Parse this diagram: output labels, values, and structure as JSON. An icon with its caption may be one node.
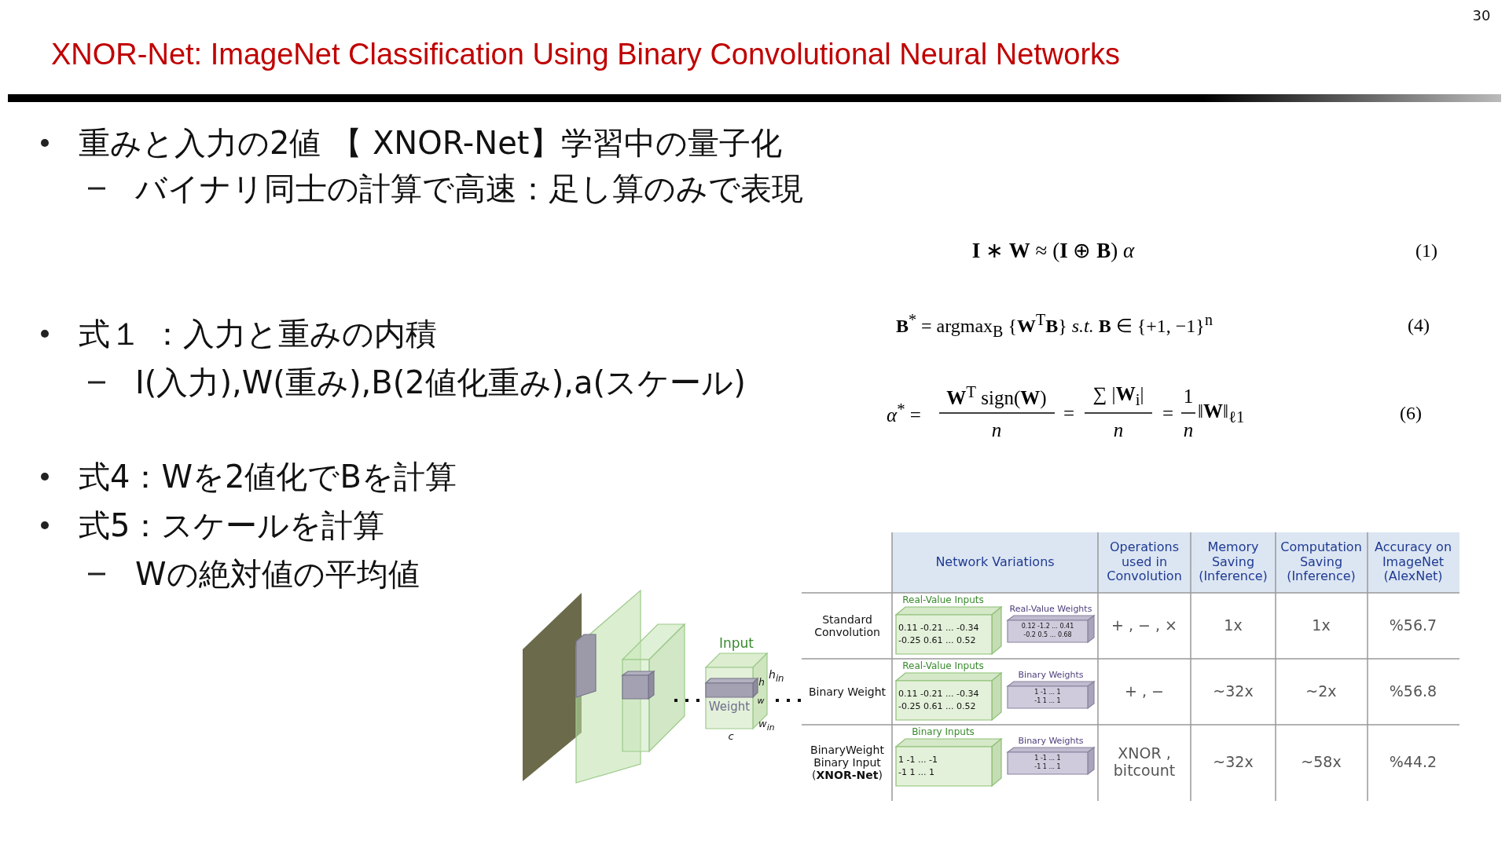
{
  "diagram": {
    "title": "XNOR-Net: ImageNet Classification Using Binary Convolutional Neural Networks",
    "labels": [
      "30",
      "重みと入力の2値 【 XNOR-Net】学習中の量子化",
      "バイナリ同士の計算で高速：足し算のみで表現",
      "式１ ：入力と重みの内積",
      "I(入力),W(重み),B(2値化重み),a(スケール)",
      "式4：Wを2値化でBを計算",
      "式5：スケールを計算",
      "Wの絶対値の平均値",
      "**I** ∗ **W** ≈ (**I** ⊕ **B**) *α*",
      "(1)",
      "**B**$^{*}$ = argmax$_{B}$ {**W**$^{T}$**B**}   *s.t.* **B** ∈ {+1, −1}$^{n}$",
      "(4)",
      "*α*$^{*}$ =",
      "**W**$^{T}$ sign(**W**)",
      "n",
      "=",
      "∑ |**W**$_{i}$|",
      "n",
      "=",
      "1",
      "n",
      "‖**W**‖$_{ℓ1}$",
      "(6)",
      "Input",
      "h",
      "h$_{in}$",
      "Weight",
      "w",
      "w$_{in}$",
      "c",
      "Network Variations",
      "Operations used in Convolution",
      "Memory Saving (Inference)",
      "Computation Saving (Inference)",
      "Accuracy on ImageNet (AlexNet)",
      "Standard Convolution",
      "Real-Value Inputs",
      "0.11 -0.21 ... -0.34",
      "-0.25 0.61 ... 0.52",
      "Real-Value Weights",
      "0.12 -1.2 ... 0.41",
      "-0.2 0.5 ... 0.68",
      "+ , − , ×",
      "1x",
      "1x",
      "%56.7",
      "Binary Weight",
      "Real-Value Inputs",
      "0.11 -0.21 ... -0.34",
      "-0.25 0.61 ... 0.52",
      "Binary Weights",
      "1 -1 ... 1",
      "-1 1 ... 1",
      "+ , −",
      "~32x",
      "~2x",
      "%56.8",
      "BinaryWeight Binary Input (**XNOR-Net**)",
      "Binary Inputs",
      "1 -1 ... -1",
      "-1 1 ... 1",
      "Binary Weights",
      "1 -1 ... 1",
      "-1 1 ... 1",
      "XNOR , bitcount",
      "~32x",
      "~58x",
      "%44.2"
    ]
  }
}
